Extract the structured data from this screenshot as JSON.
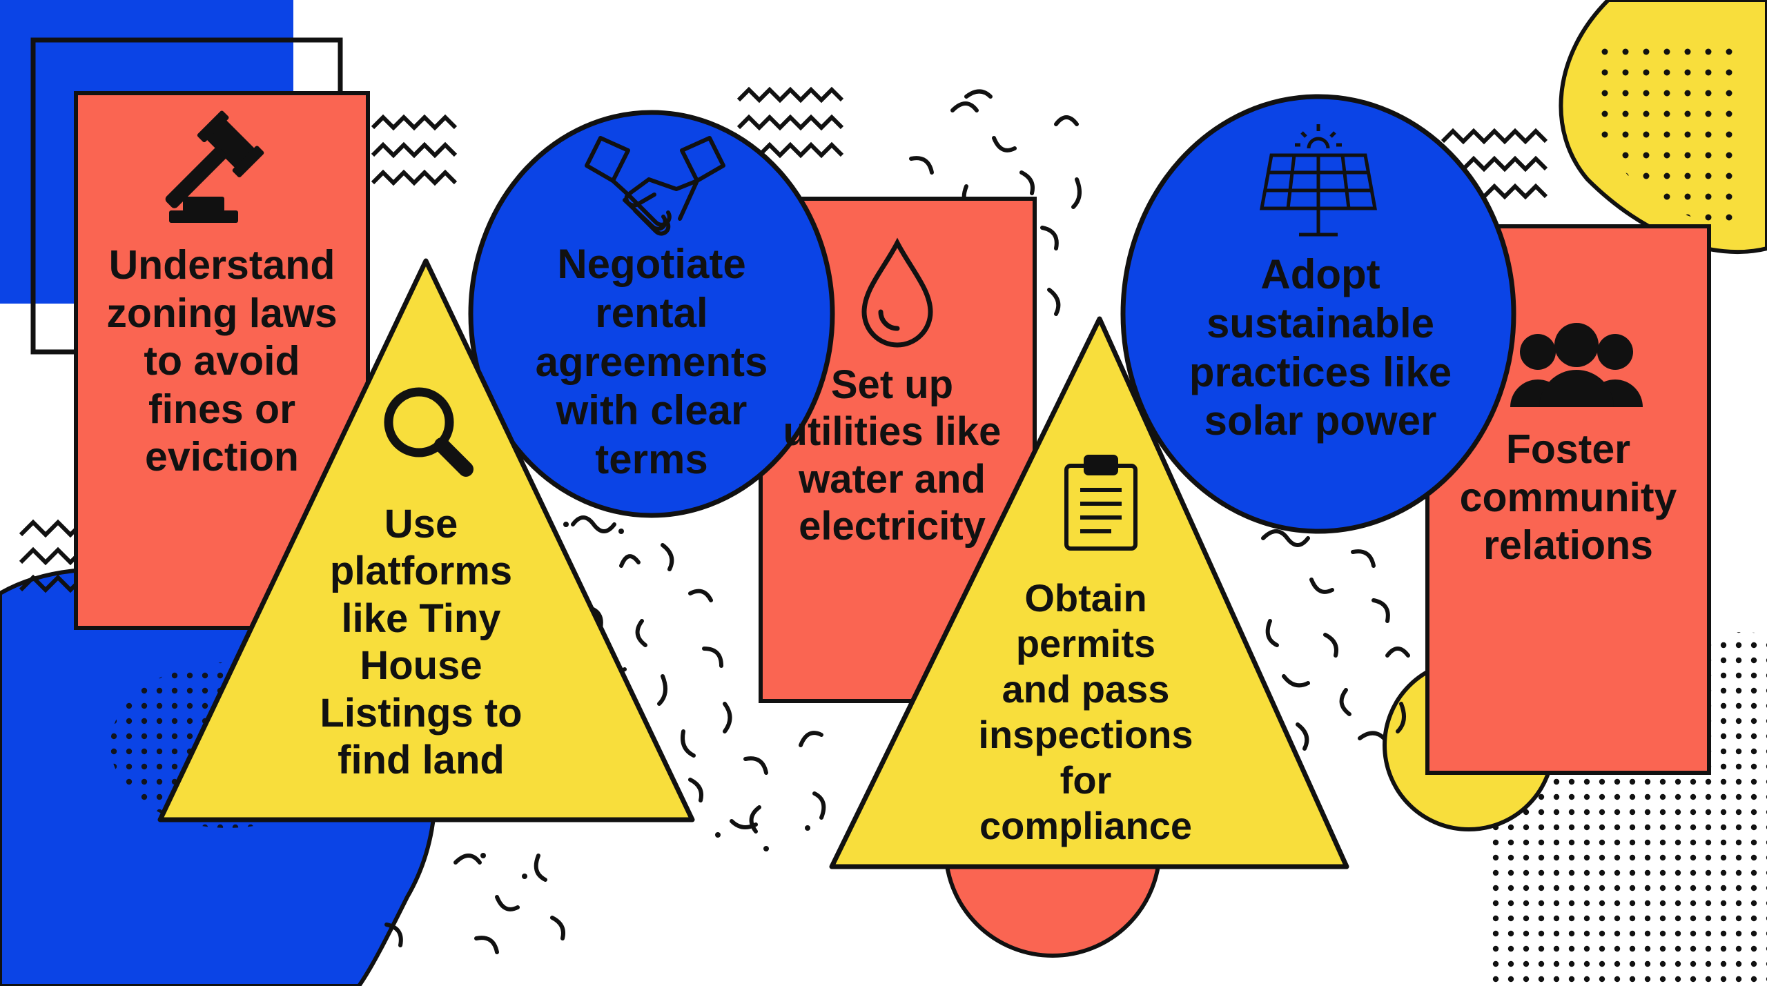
{
  "colors": {
    "blue": "#0b44e6",
    "red": "#fa6552",
    "yellow": "#f8de3c",
    "ink": "#111111",
    "background": "#ffffff"
  },
  "cards": [
    {
      "id": "zoning",
      "shape": "rectangle",
      "color": "red",
      "icon": "gavel-icon",
      "text": "Understand\nzoning laws\nto avoid\nfines or\neviction"
    },
    {
      "id": "platforms",
      "shape": "triangle",
      "color": "yellow",
      "icon": "magnifying-glass-icon",
      "text": "Use\nplatforms\nlike Tiny\nHouse\nListings to\nfind land"
    },
    {
      "id": "rental",
      "shape": "circle",
      "color": "blue",
      "icon": "handshake-icon",
      "text": "Negotiate\nrental\nagreements\nwith clear\nterms"
    },
    {
      "id": "utilities",
      "shape": "rectangle",
      "color": "red",
      "icon": "water-drop-icon",
      "text": "Set up\nutilities like\nwater and\nelectricity"
    },
    {
      "id": "permits",
      "shape": "triangle",
      "color": "yellow",
      "icon": "clipboard-icon",
      "text": "Obtain\npermits\nand pass\ninspections\nfor\ncompliance"
    },
    {
      "id": "sustainable",
      "shape": "circle",
      "color": "blue",
      "icon": "solar-panel-icon",
      "text": "Adopt\nsustainable\npractices like\nsolar power"
    },
    {
      "id": "community",
      "shape": "rectangle",
      "color": "red",
      "icon": "people-group-icon",
      "text": "Foster\ncommunity\nrelations"
    }
  ]
}
